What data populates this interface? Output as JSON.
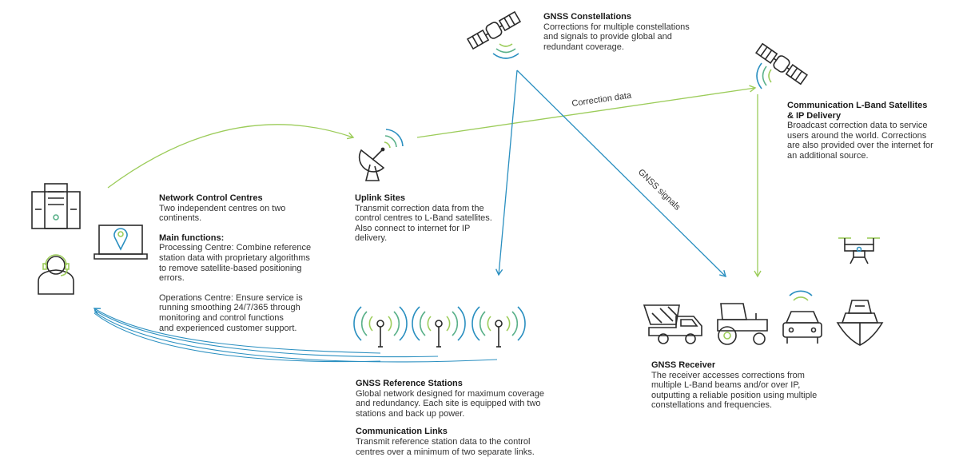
{
  "colors": {
    "green": "#9ccc5a",
    "blue": "#2a8fc0",
    "ink": "#2b2b2b"
  },
  "gnss_constellations": {
    "title": "GNSS Constellations",
    "body": [
      "Corrections for multiple constellations",
      "and signals to provide global and",
      "redundant coverage."
    ]
  },
  "l_band": {
    "title": [
      "Communication L-Band Satellites",
      "& IP Delivery"
    ],
    "body": [
      "Broadcast correction data to service",
      "users around the world. Corrections",
      "are also provided over the internet for",
      "an additional source."
    ]
  },
  "uplink": {
    "title": "Uplink Sites",
    "body": [
      "Transmit correction data from the",
      "control centres to L-Band satellites.",
      "Also connect to internet for IP",
      "delivery."
    ]
  },
  "ncc": {
    "title": "Network Control Centres",
    "body": [
      "Two independent centres on two",
      "continents."
    ],
    "functions_title": "Main functions:",
    "processing": [
      "Processing Centre: Combine reference",
      "station data with proprietary algorithms",
      "to remove satellite-based positioning",
      "errors."
    ],
    "operations": [
      "Operations Centre: Ensure service is",
      "running smoothing 24/7/365 through",
      "monitoring and control functions",
      "and experienced customer support."
    ]
  },
  "reference": {
    "title": "GNSS Reference Stations",
    "body": [
      "Global network designed for maximum coverage",
      "and redundancy. Each site is equipped with two",
      "stations and back up power."
    ]
  },
  "links": {
    "title": "Communication Links",
    "body": [
      "Transmit reference station data to the control",
      "centres over a minimum of two separate links."
    ]
  },
  "receiver": {
    "title": "GNSS Receiver",
    "body": [
      "The receiver accesses corrections from",
      "multiple L-Band beams and/or over IP,",
      "outputting a reliable position using multiple",
      "constellations and frequencies."
    ]
  },
  "labels": {
    "correction_data": "Correction data",
    "gnss_signals": "GNSS signals"
  },
  "icons": [
    "satellite-icon",
    "comm-satellite-icon",
    "satellite-dish-icon",
    "server-rack-icon",
    "laptop-location-icon",
    "operator-headset-icon",
    "reference-station-icon",
    "dump-truck-icon",
    "tractor-icon",
    "car-icon",
    "drone-icon",
    "ship-icon"
  ]
}
